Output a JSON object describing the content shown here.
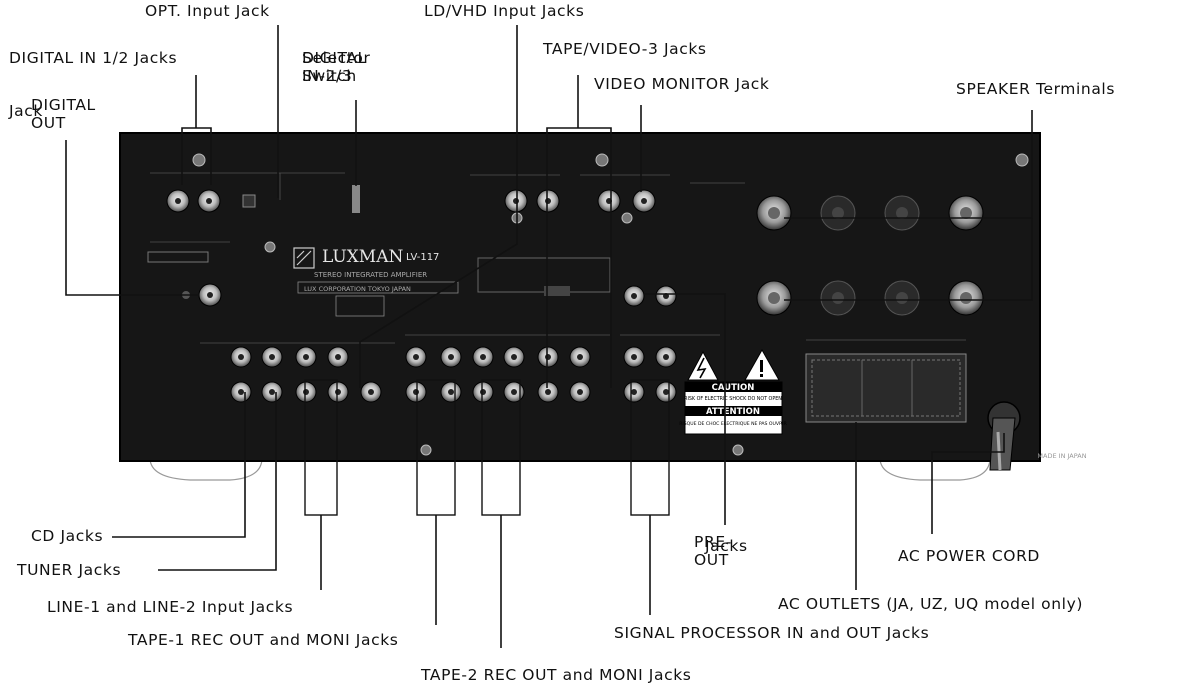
{
  "labels": {
    "opt_input": "OPT. Input Jack",
    "ld_vhd": "LD∕VHD Input Jacks",
    "digital_in_12": "DIGITAL IN 1∕2 Jacks",
    "digital_in_23_l1": "DIGITAL IN-2∕3",
    "digital_in_23_l2": "Selector Switch",
    "tape_video3": "TAPE∕VIDEO-3 Jacks",
    "video_monitor": "VIDEO MONITOR Jack",
    "speaker": "SPEAKER Terminals",
    "digital_out_l1": "DIGITAL OUT",
    "digital_out_l2": "Jack",
    "cd": "CD Jacks",
    "tuner": "TUNER Jacks",
    "line12": "LINE-1 and LINE-2 Input Jacks",
    "tape1": "TAPE-1 REC OUT and MONI Jacks",
    "tape2": "TAPE-2 REC OUT and MONI Jacks",
    "pre_out_l1": "PRE-OUT",
    "pre_out_l2": "Jacks",
    "ac_power": "AC POWER CORD",
    "ac_outlets": "AC OUTLETS (JA, UZ, UQ model only)",
    "signal_processor": "SIGNAL PROCESSOR IN and OUT Jacks"
  },
  "panel": {
    "brand": "LUXMAN",
    "model": "LV-117",
    "subtitle": "STEREO INTEGRATED AMPLIFIER",
    "maker": "LUX CORPORATION TOKYO JAPAN",
    "caution_title": "CAUTION",
    "caution_text": "RISK OF ELECTRIC SHOCK DO NOT OPEN",
    "attention_title": "ATTENTION",
    "attention_text": "RISQUE DE CHOC ELECTRIQUE NE PAS OUVRIR",
    "made_in": "MADE IN JAPAN"
  },
  "colors": {
    "panel": "#161616",
    "ink": "#111111",
    "jack_ring": "#d9d9d9",
    "leader": "#111111"
  }
}
